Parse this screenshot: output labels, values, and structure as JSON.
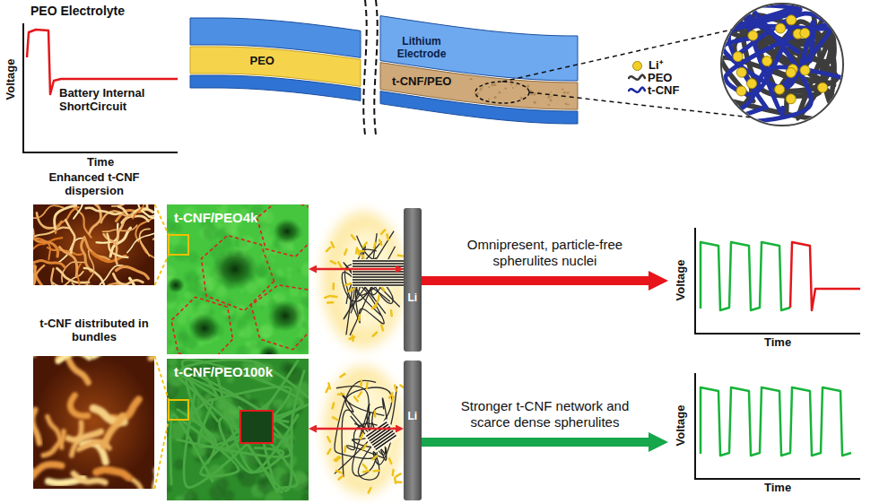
{
  "diagram": {
    "nodes": [
      {
        "text": [
          "PEO Electrolyte",
          "Voltage",
          "Battery Internal ShortCircuit",
          "Time"
        ]
      },
      {
        "text": [
          "PEO"
        ]
      },
      {
        "text": [
          "Lithium Electrode"
        ]
      },
      {
        "text": [
          "t-CNF/PEO"
        ]
      },
      {
        "text": [
          "Enhanced t-CNF dispersion"
        ]
      },
      {
        "text": [
          "t-CNF/PEO4k"
        ]
      },
      {
        "text": [
          "Li"
        ]
      },
      {
        "text": [
          "Voltage",
          "Time"
        ]
      },
      {
        "text": [
          "t-CNF distributed in bundles"
        ]
      },
      {
        "text": [
          "t-CNF/PEO100k"
        ]
      },
      {
        "text": [
          "Li"
        ]
      },
      {
        "text": [
          "Voltage",
          "Time"
        ]
      }
    ],
    "edges": [
      {
        "from": 5,
        "to": 6,
        "arrow": "both"
      },
      {
        "from": 6,
        "to": 7,
        "label": "Omnipresent, particle-free spherulites nuclei",
        "arrow": "to"
      },
      {
        "from": 9,
        "to": 10,
        "arrow": "both"
      },
      {
        "from": 10,
        "to": 11,
        "label": "Stronger t-CNF network and scarce dense spherulites",
        "arrow": "to"
      }
    ],
    "legend": [
      {
        "text": "Li⁺",
        "color": "#f2d027"
      },
      {
        "text": "PEO"
      },
      {
        "text": "t-CNF"
      }
    ]
  }
}
